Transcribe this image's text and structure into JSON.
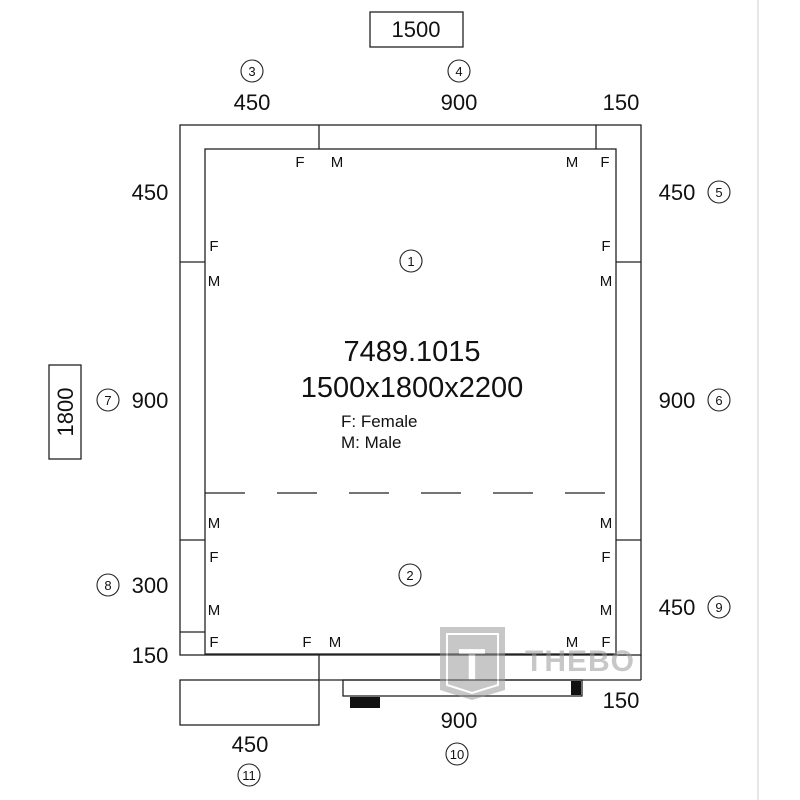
{
  "drawing": {
    "article": "7489.1015",
    "size": "1500x1800x2200",
    "legend_female": "F: Female",
    "legend_male": "M: Male",
    "total_width": "1500",
    "total_depth": "1800"
  },
  "top_dims": [
    {
      "value": "450",
      "marker": "3"
    },
    {
      "value": "900",
      "marker": "4"
    },
    {
      "value": "150",
      "marker": ""
    }
  ],
  "right_dims": [
    {
      "value": "450",
      "marker": "5"
    },
    {
      "value": "900",
      "marker": "6"
    },
    {
      "value": "450",
      "marker": "9"
    },
    {
      "value": "150",
      "marker": ""
    }
  ],
  "left_dims": [
    {
      "value": "450",
      "marker": ""
    },
    {
      "value": "900",
      "marker": "7"
    },
    {
      "value": "300",
      "marker": "8"
    },
    {
      "value": "150",
      "marker": ""
    }
  ],
  "bottom_dims": [
    {
      "value": "900",
      "marker": "10"
    },
    {
      "value": "450",
      "marker": "11"
    }
  ],
  "zones": [
    {
      "marker": "1"
    },
    {
      "marker": "2"
    }
  ],
  "connectors": {
    "female": "F",
    "male": "M"
  },
  "watermark": {
    "logo_letter": "T",
    "brand": "THEBO"
  },
  "colors": {
    "line": "#222222",
    "watermark": "#9a9a9a"
  }
}
